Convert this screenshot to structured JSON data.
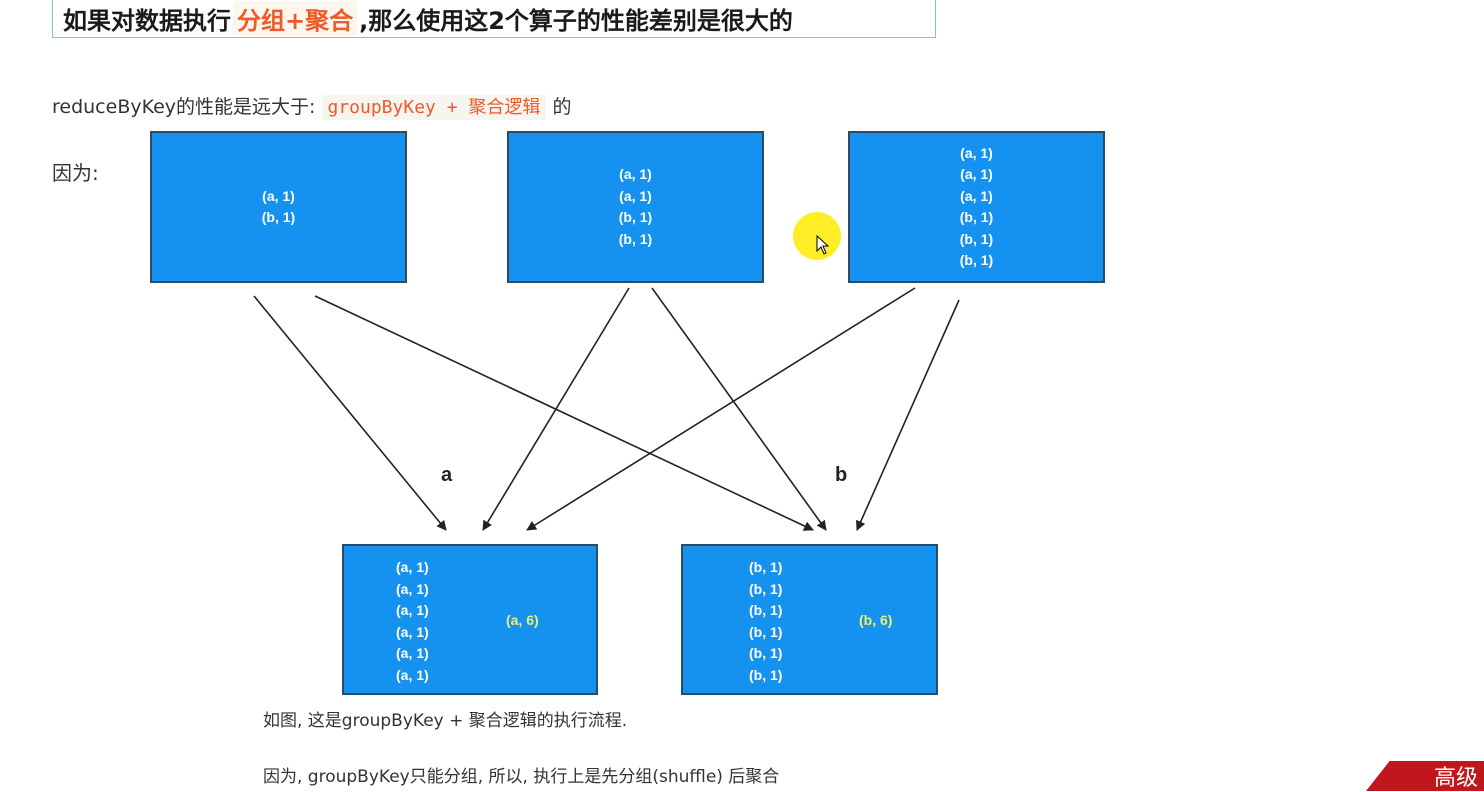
{
  "title": {
    "prefix": "如果对数据执行",
    "highlight": "分组+聚合",
    "suffix": ",那么使用这2个算子的性能差别是很大的"
  },
  "intro": {
    "text": "reduceByKey的性能是远大于:",
    "code": "groupByKey + 聚合逻辑",
    "after": "的"
  },
  "because_label": "因为:",
  "diagram": {
    "source_boxes": [
      {
        "items": [
          "(a, 1)",
          "(b, 1)"
        ]
      },
      {
        "items": [
          "(a, 1)",
          "(a, 1)",
          "(b, 1)",
          "(b, 1)"
        ]
      },
      {
        "items": [
          "(a, 1)",
          "(a, 1)",
          "(a, 1)",
          "(b, 1)",
          "(b, 1)",
          "(b, 1)"
        ]
      }
    ],
    "target_boxes": [
      {
        "items": [
          "(a, 1)",
          "(a, 1)",
          "(a, 1)",
          "(a, 1)",
          "(a, 1)",
          "(a, 1)"
        ],
        "result": "(a, 6)"
      },
      {
        "items": [
          "(b, 1)",
          "(b, 1)",
          "(b, 1)",
          "(b, 1)",
          "(b, 1)",
          "(b, 1)"
        ],
        "result": "(b, 6)"
      }
    ],
    "label_a": "a",
    "label_b": "b",
    "box_color": "#1592f0",
    "result_color": "#f3ef6b",
    "arrow_color": "#e0302a"
  },
  "notes": [
    "如图, 这是groupByKey + 聚合逻辑的执行流程.",
    "因为, groupByKey只能分组, 所以, 执行上是先分组(shuffle) 后聚合"
  ],
  "badge": "高级"
}
